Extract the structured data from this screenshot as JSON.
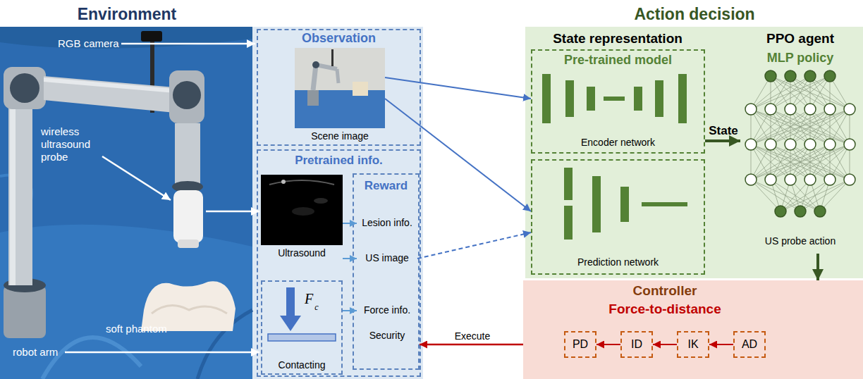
{
  "diagram": {
    "nodes": [
      {
        "text": [
          "Environment"
        ]
      },
      {
        "text": [
          "Observation"
        ],
        "in": 0
      },
      {
        "text": [
          "Scene image"
        ],
        "in": 1
      },
      {
        "text": [
          "Pretrained info."
        ],
        "in": 0
      },
      {
        "text": [
          "Ultrasound"
        ],
        "in": 3
      },
      {
        "text": [
          "Reward"
        ],
        "in": 3
      },
      {
        "text": [
          "Lesion info."
        ],
        "in": 5
      },
      {
        "text": [
          "US image"
        ],
        "in": 5
      },
      {
        "text": [
          "Force info."
        ],
        "in": 5
      },
      {
        "text": [
          "Security"
        ],
        "in": 5
      },
      {
        "text": [
          "Contacting"
        ],
        "in": 3
      },
      {
        "text": [
          "Action decision"
        ]
      },
      {
        "text": [
          "State representation"
        ],
        "in": 11
      },
      {
        "text": [
          "Pre-trained model",
          "Encoder network"
        ],
        "in": 12
      },
      {
        "text": [
          "Prediction network"
        ],
        "in": 12
      },
      {
        "text": [
          "PPO agent",
          "MLP policy",
          "US probe action"
        ],
        "in": 11
      },
      {
        "text": [
          "Controller",
          "Force-to-distance"
        ]
      },
      {
        "text": [
          "PD"
        ],
        "in": 16
      },
      {
        "text": [
          "ID"
        ],
        "in": 16
      },
      {
        "text": [
          "IK"
        ],
        "in": 16
      },
      {
        "text": [
          "AD"
        ],
        "in": 16
      }
    ],
    "edges": [
      {
        "from": 2,
        "to": 13,
        "arrow": "to"
      },
      {
        "from": 2,
        "to": 14,
        "arrow": "to"
      },
      {
        "from": 7,
        "to": 14,
        "arrow": "to"
      },
      {
        "from": 4,
        "to": 6,
        "arrow": "to"
      },
      {
        "from": 4,
        "to": 7,
        "arrow": "to"
      },
      {
        "from": 10,
        "to": 8,
        "arrow": "to"
      },
      {
        "from": 13,
        "to": 15,
        "label": "State",
        "arrow": "to"
      },
      {
        "from": 15,
        "to": 16,
        "arrow": "to"
      },
      {
        "from": 20,
        "to": 19,
        "arrow": "to"
      },
      {
        "from": 19,
        "to": 18,
        "arrow": "to"
      },
      {
        "from": 18,
        "to": 17,
        "arrow": "to"
      },
      {
        "from": 16,
        "to": 5,
        "label": "Execute",
        "arrow": "to"
      }
    ],
    "labels": [
      "RGB camera",
      "wireless ultrasound probe",
      "soft phantom",
      "robot arm",
      "F",
      "c"
    ]
  }
}
